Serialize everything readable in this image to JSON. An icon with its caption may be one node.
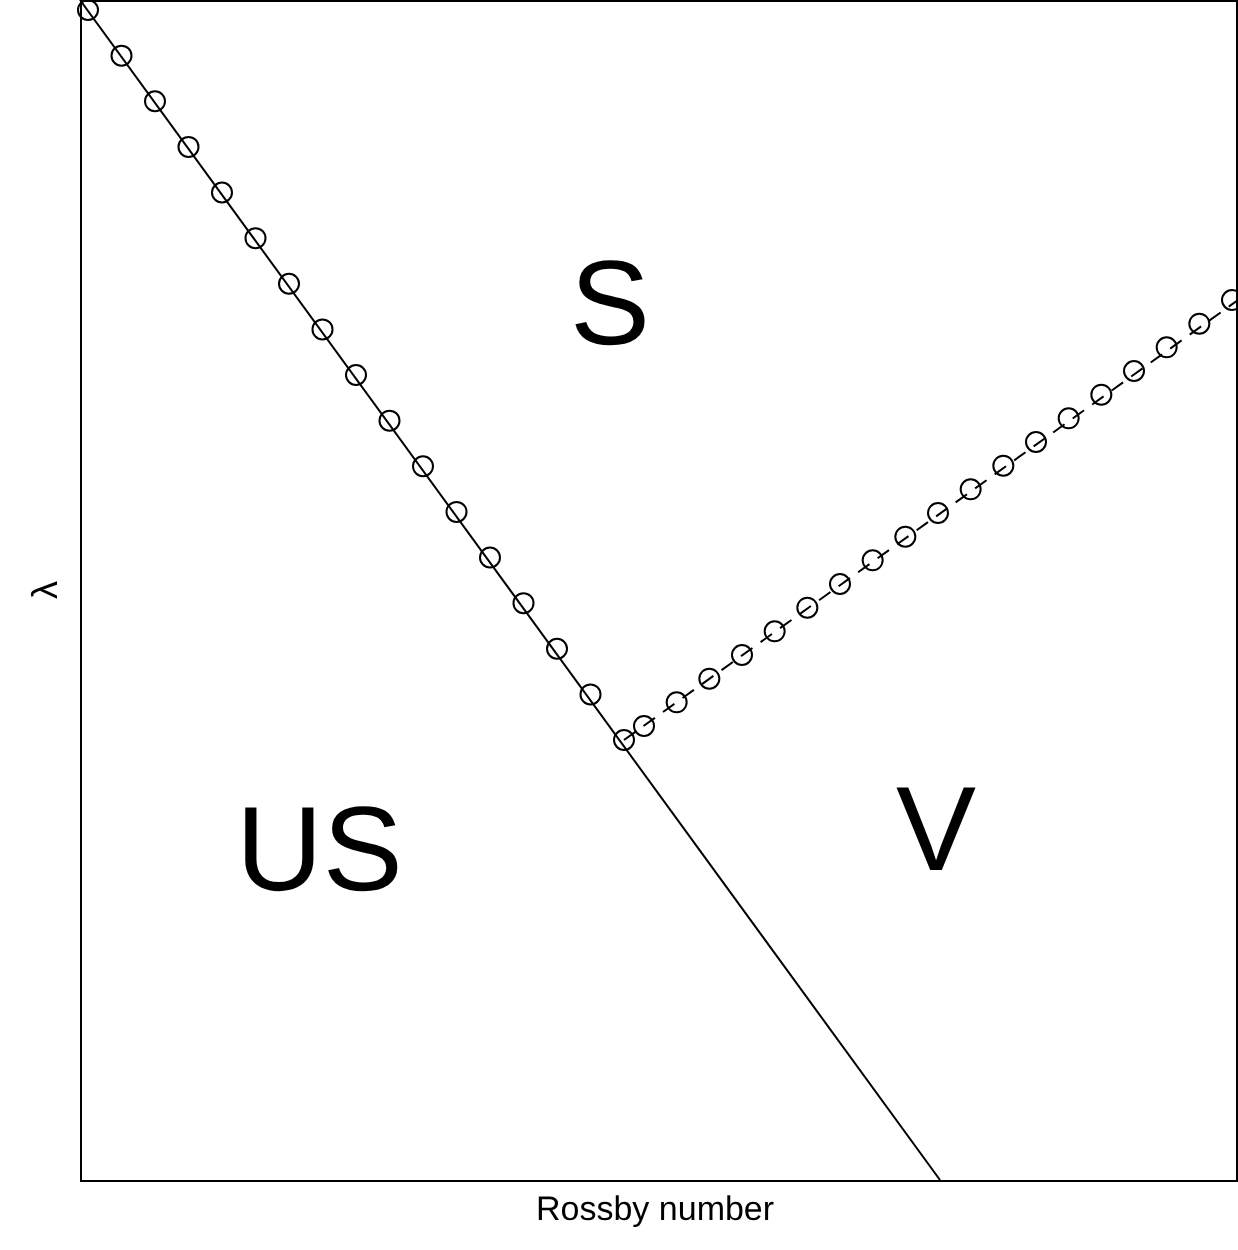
{
  "diagram": {
    "labels": [
      "S",
      "US",
      "V",
      "λ",
      "Rossby number"
    ]
  }
}
